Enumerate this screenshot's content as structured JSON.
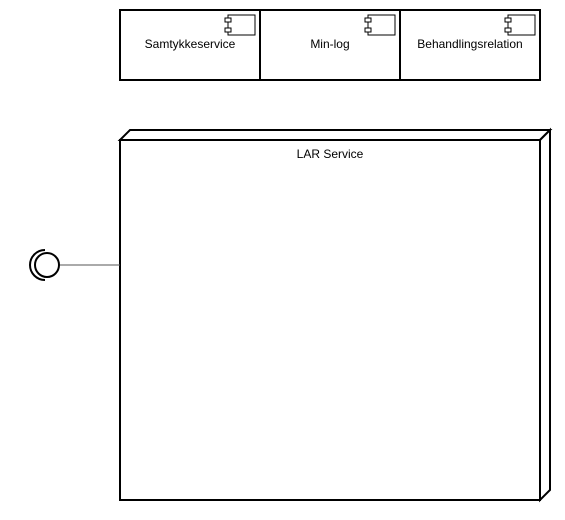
{
  "diagram": {
    "components": [
      {
        "label": "Samtykkeservice"
      },
      {
        "label": "Min-log"
      },
      {
        "label": "Behandlingsrelation"
      }
    ],
    "node": {
      "label": "LAR Service"
    },
    "interface": {
      "label": ""
    }
  },
  "style": {
    "stroke": "#000000",
    "connector_stroke": "#555555",
    "background": "#ffffff"
  }
}
